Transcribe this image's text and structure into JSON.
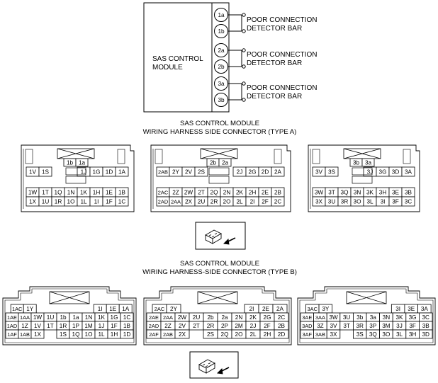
{
  "module": {
    "label_line1": "SAS CONTROL",
    "label_line2": "MODULE",
    "pins": [
      "1a",
      "1b",
      "2a",
      "2b",
      "3a",
      "3b"
    ],
    "bars": [
      {
        "line1": "POOR CONNECTION",
        "line2": "DETECTOR BAR"
      },
      {
        "line1": "POOR CONNECTION",
        "line2": "DETECTOR BAR"
      },
      {
        "line1": "POOR CONNECTION",
        "line2": "DETECTOR BAR"
      }
    ]
  },
  "type_a": {
    "title_line1": "SAS CONTROL MODULE",
    "title_line2": "WIRING HARNESS SIDE CONNECTOR (TYPE A)",
    "connectors": [
      {
        "latch": [
          "1b",
          "1a"
        ],
        "row_top_left": [
          "1V",
          "1S"
        ],
        "row_top_right": [
          "1J",
          "1G",
          "1D",
          "1A"
        ],
        "row_mid": [
          "1W",
          "1T",
          "1Q",
          "1N",
          "1K",
          "1H",
          "1E",
          "1B"
        ],
        "row_bot": [
          "1X",
          "1U",
          "1R",
          "1O",
          "1L",
          "1I",
          "1F",
          "1C"
        ]
      },
      {
        "latch": [
          "2b",
          "2a"
        ],
        "row_top_left": [
          "2AB",
          "2Y",
          "2V",
          "2S"
        ],
        "row_top_right": [
          "2J",
          "2G",
          "2D",
          "2A"
        ],
        "row_mid": [
          "2AC",
          "2Z",
          "2W",
          "2T",
          "2Q",
          "2N",
          "2K",
          "2H",
          "2E",
          "2B"
        ],
        "row_bot": [
          "2AD",
          "2AA",
          "2X",
          "2U",
          "2R",
          "2O",
          "2L",
          "2I",
          "2F",
          "2C"
        ]
      },
      {
        "latch": [
          "3b",
          "3a"
        ],
        "row_top_left": [
          "3V",
          "3S"
        ],
        "row_top_right": [
          "3J",
          "3G",
          "3D",
          "3A"
        ],
        "row_mid": [
          "3W",
          "3T",
          "3Q",
          "3N",
          "3K",
          "3H",
          "3E",
          "3B"
        ],
        "row_bot": [
          "3X",
          "3U",
          "3R",
          "3O",
          "3L",
          "3I",
          "3F",
          "3C"
        ]
      }
    ]
  },
  "type_b": {
    "title_line1": "SAS CONTROL MODULE",
    "title_line2": "WIRING HARNESS-SIDE CONNECTOR (TYPE B)",
    "connectors": [
      {
        "row1_left": [
          "1AC",
          "1Y"
        ],
        "row1_right": [
          "1I",
          "1E",
          "1A"
        ],
        "row2": [
          "1AE",
          "1AA",
          "1W",
          "1U",
          "1b",
          "1a",
          "1N",
          "1K",
          "1G",
          "1C"
        ],
        "row3": [
          "1AD",
          "1Z",
          "1V",
          "1T",
          "1R",
          "1P",
          "1M",
          "1J",
          "1F",
          "1B"
        ],
        "row4_left": [
          "1AF",
          "1AB",
          "1X"
        ],
        "row4_right": [
          "1S",
          "1Q",
          "1O",
          "1L",
          "1H",
          "1D"
        ]
      },
      {
        "row1_left": [
          "2AC",
          "2Y"
        ],
        "row1_right": [
          "2I",
          "2E",
          "2A"
        ],
        "row2": [
          "2AE",
          "2AA",
          "2W",
          "2U",
          "2b",
          "2a",
          "2N",
          "2K",
          "2G",
          "2C"
        ],
        "row3": [
          "2AD",
          "2Z",
          "2V",
          "2T",
          "2R",
          "2P",
          "2M",
          "2J",
          "2F",
          "2B"
        ],
        "row4_left": [
          "2AF",
          "2AB",
          "2X"
        ],
        "row4_right": [
          "2S",
          "2Q",
          "2O",
          "2L",
          "2H",
          "2D"
        ]
      },
      {
        "row1_left": [
          "3AC",
          "3Y"
        ],
        "row1_right": [
          "3I",
          "3E",
          "3A"
        ],
        "row2": [
          "3AE",
          "3AA",
          "3W",
          "3U",
          "3b",
          "3a",
          "3N",
          "3K",
          "3G",
          "3C"
        ],
        "row3": [
          "3AD",
          "3Z",
          "3V",
          "3T",
          "3R",
          "3P",
          "3M",
          "3J",
          "3F",
          "3B"
        ],
        "row4_left": [
          "3AF",
          "3AB",
          "3X"
        ],
        "row4_right": [
          "3S",
          "3Q",
          "3O",
          "3L",
          "3H",
          "3D"
        ]
      }
    ]
  }
}
